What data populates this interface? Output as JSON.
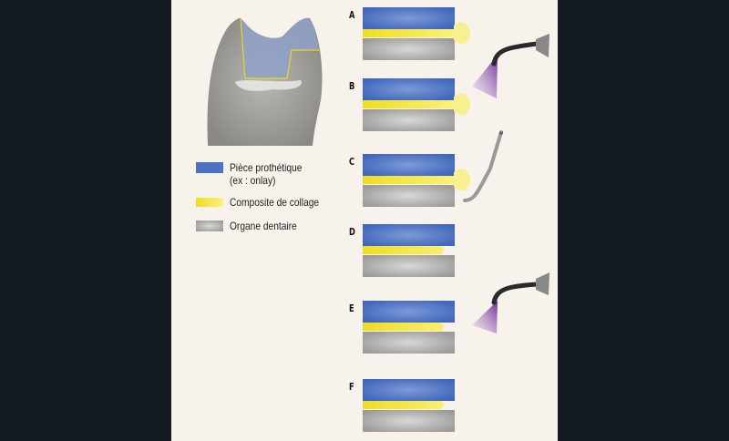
{
  "legend": [
    {
      "label_line1": "Pièce prothétique",
      "label_line2": "(ex : onlay)",
      "color": "#4a72c0"
    },
    {
      "label": "Composite de collage",
      "color": "#f3e430"
    },
    {
      "label": "Organe dentaire",
      "color": "#a8a8a8"
    }
  ],
  "steps": [
    {
      "letter": "A",
      "excess": true,
      "tool": "none"
    },
    {
      "letter": "B",
      "excess": true,
      "tool": "curing-light"
    },
    {
      "letter": "C",
      "excess": true,
      "tool": "scaler"
    },
    {
      "letter": "D",
      "excess": false,
      "tool": "none"
    },
    {
      "letter": "E",
      "excess": false,
      "tool": "curing-light"
    },
    {
      "letter": "F",
      "excess": false,
      "tool": "none"
    }
  ]
}
